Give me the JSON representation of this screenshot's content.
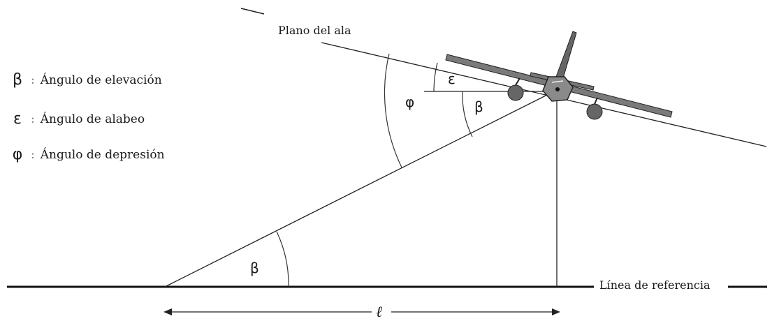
{
  "legend": [
    {
      "symbol": "β",
      "text": "Ángulo de elevación"
    },
    {
      "symbol": "ε",
      "text": "Ángulo de alabeo"
    },
    {
      "symbol": "φ",
      "text": "Ángulo de depresión"
    }
  ],
  "labels": {
    "wing_plane": "Plano del ala",
    "reference_line": "Línea de referencia",
    "distance": "ℓ"
  },
  "angle_labels": {
    "epsilon": "ε",
    "phi": "φ",
    "beta_aircraft": "β",
    "beta_ground": "β"
  }
}
